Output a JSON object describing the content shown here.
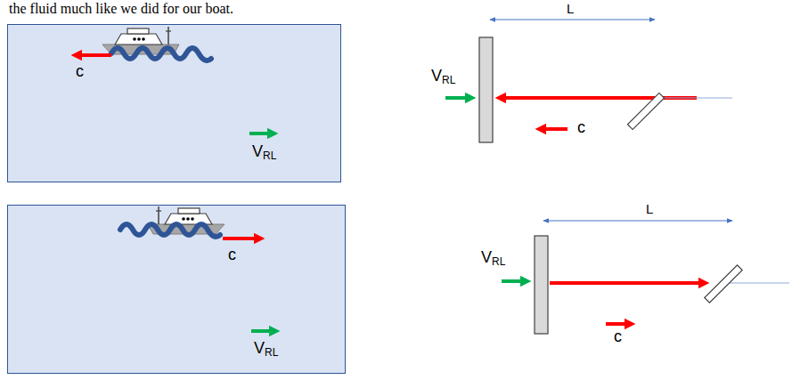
{
  "diagram": {
    "nodes": [
      {
        "text": [
          "c",
          "VRL"
        ]
      },
      {
        "text": [
          "c",
          "VRL"
        ]
      }
    ],
    "labels": [
      "the fluid much like we did for our boat.",
      "L",
      "VRL",
      "c",
      "L",
      "VRL",
      "c"
    ]
  }
}
